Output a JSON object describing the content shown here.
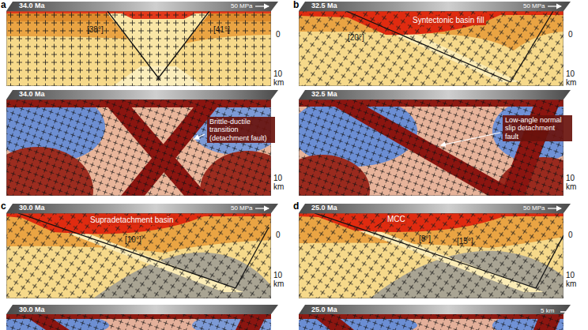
{
  "diagram": {
    "labels": [
      "a",
      "34.0 Ma",
      "50 MPa",
      "[38°]",
      "[41°]",
      "0",
      "10",
      "km",
      "34.0 Ma",
      "Brittle-ductile transition (detachment fault)",
      "10",
      "km",
      "b",
      "32.5 Ma",
      "50 MPa",
      "Syntectonic basin fill",
      "[20°]",
      "0",
      "10",
      "km",
      "32.5 Ma",
      "Low-angle normal slip detachment fault",
      "10",
      "km",
      "c",
      "30.0 Ma",
      "Supradetachment basin",
      "50 MPa",
      "[10°]",
      "0",
      "10",
      "km",
      "d",
      "25.0 Ma",
      "MCC",
      "50 MPa",
      "[8°]",
      "[15°]",
      "0",
      "10",
      "km",
      "30.0 Ma",
      "25.0 Ma",
      "5 km"
    ]
  }
}
